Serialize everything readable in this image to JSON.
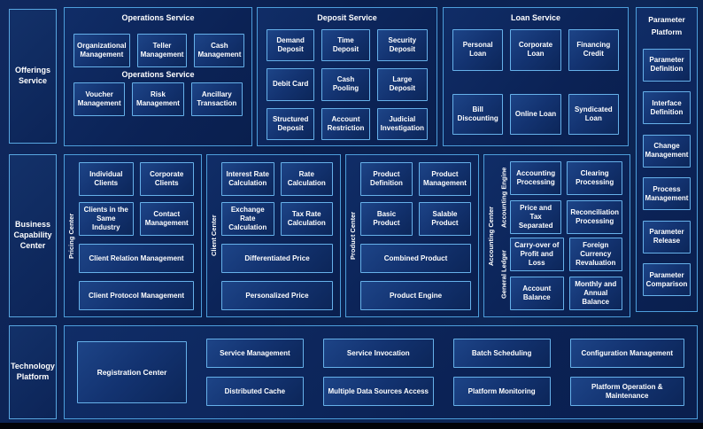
{
  "colors": {
    "background": "#0b2050",
    "section_border": "#4d9edb",
    "box_border": "#66b1ea",
    "text": "#ffffff"
  },
  "sidebar": {
    "items": [
      "Offerings Service",
      "Business Capability Center",
      "Technology Platform"
    ]
  },
  "operations": {
    "title": "Operations Service",
    "subtitle": "Operations Service",
    "row1": [
      "Organizational Management",
      "Teller Management",
      "Cash Management"
    ],
    "row2": [
      "Voucher Management",
      "Risk Management",
      "Ancillary Transaction"
    ]
  },
  "deposit": {
    "title": "Deposit Service",
    "items": [
      "Demand Deposit",
      "Time Deposit",
      "Security Deposit",
      "Debit Card",
      "Cash Pooling",
      "Large Deposit",
      "Structured Deposit",
      "Account Restriction",
      "Judicial Investigation"
    ]
  },
  "loan": {
    "title": "Loan Service",
    "items": [
      "Personal Loan",
      "Corporate Loan",
      "Financing Credit",
      "Bill Discounting",
      "Online Loan",
      "Syndicated Loan"
    ]
  },
  "parameter": {
    "title": "Parameter Platform",
    "items": [
      "Parameter Definition",
      "Interface Definition",
      "Change Management",
      "Process Management",
      "Parameter Release",
      "Parameter Comparison"
    ]
  },
  "pricing": {
    "vlabel": "Pricing Center",
    "small": [
      "Individual Clients",
      "Corporate Clients",
      "Clients in the Same Industry",
      "Contact Management"
    ],
    "wide": [
      "Client Relation Management",
      "Client Protocol Management"
    ]
  },
  "client": {
    "vlabel": "Client Center",
    "small": [
      "Interest Rate Calculation",
      "Rate Calculation",
      "Exchange Rate Calculation",
      "Tax Rate Calculation"
    ],
    "wide": [
      "Differentiated Price",
      "Personalized Price"
    ]
  },
  "product": {
    "vlabel": "Product Center",
    "small": [
      "Product Definition",
      "Product Management",
      "Basic Product",
      "Salable Product"
    ],
    "wide": [
      "Combined Product",
      "Product Engine"
    ]
  },
  "accounting": {
    "vlabel": "Accounting Center",
    "groups": [
      {
        "vlabel": "Accounting Engine",
        "items": [
          "Accounting Processing",
          "Clearing Processing",
          "Price and Tax Separated",
          "Reconciliation Processing"
        ]
      },
      {
        "vlabel": "General Ledger",
        "items": [
          "Carry-over of Profit and Loss",
          "Foreign Currency Revaluation",
          "Account Balance",
          "Monthly and Annual Balance"
        ]
      }
    ]
  },
  "technology": {
    "registration": "Registration Center",
    "row1": [
      "Service Management",
      "Service Invocation",
      "Batch Scheduling",
      "Configuration Management"
    ],
    "row2": [
      "Distributed Cache",
      "Multiple Data Sources Access",
      "Platform Monitoring",
      "Platform Operation & Maintenance"
    ]
  }
}
